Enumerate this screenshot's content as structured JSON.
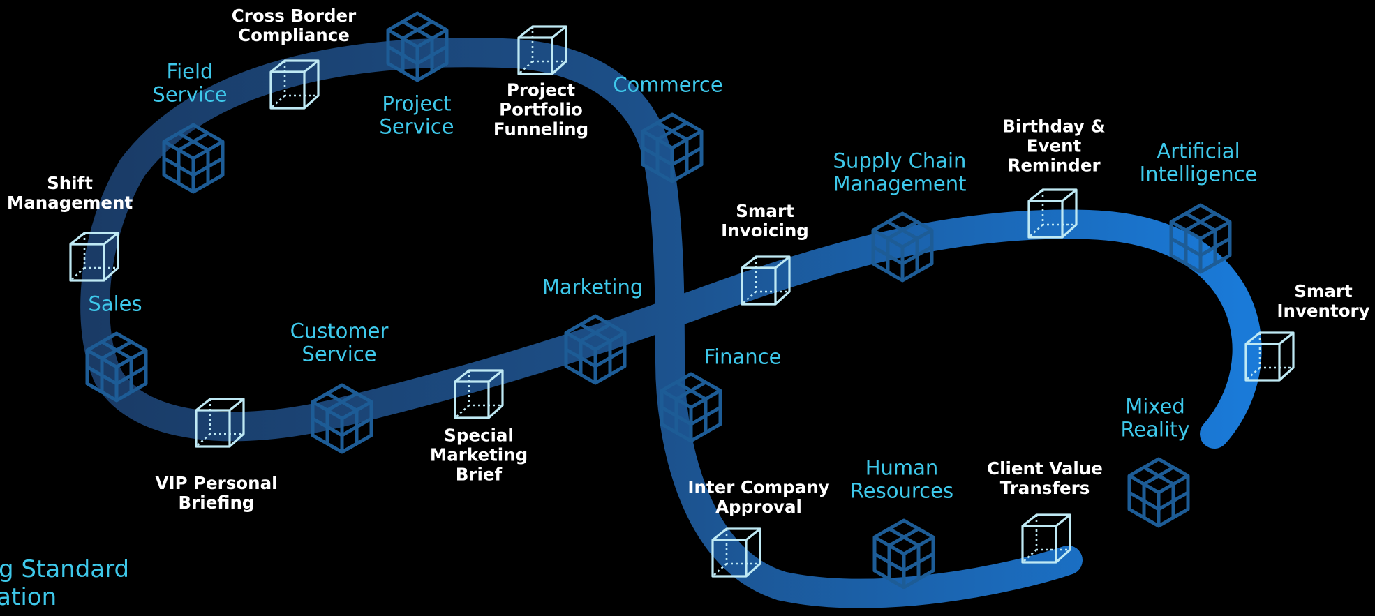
{
  "colors": {
    "background": "#000000",
    "path_dark": "#1c4e86",
    "path_light": "#1a7ad8",
    "standard_label": "#3ec8ea",
    "extension_label": "#ffffff",
    "standard_icon": "#1d5c96",
    "extension_icon": "#bfe9f4"
  },
  "standard_apps": [
    {
      "name": "Sales",
      "icon": "hex-cube-cluster-icon"
    },
    {
      "name": "Field\nService",
      "icon": "hex-cube-cluster-icon"
    },
    {
      "name": "Project\nService",
      "icon": "hex-cube-cluster-icon"
    },
    {
      "name": "Commerce",
      "icon": "hex-cube-cluster-icon"
    },
    {
      "name": "Customer\nService",
      "icon": "hex-cube-cluster-icon"
    },
    {
      "name": "Marketing",
      "icon": "hex-cube-cluster-icon"
    },
    {
      "name": "Finance",
      "icon": "hex-cube-cluster-icon"
    },
    {
      "name": "Supply Chain\nManagement",
      "icon": "hex-cube-cluster-icon"
    },
    {
      "name": "Artificial\nIntelligence",
      "icon": "hex-cube-cluster-icon"
    },
    {
      "name": "Human\nResources",
      "icon": "hex-cube-cluster-icon"
    },
    {
      "name": "Mixed\nReality",
      "icon": "hex-cube-cluster-icon"
    }
  ],
  "extensions": [
    {
      "name": "Shift\nManagement",
      "icon": "wireframe-cube-icon"
    },
    {
      "name": "Cross Border\nCompliance",
      "icon": "wireframe-cube-icon"
    },
    {
      "name": "Project\nPortfolio\nFunneling",
      "icon": "wireframe-cube-icon"
    },
    {
      "name": "VIP Personal\nBriefing",
      "icon": "wireframe-cube-icon"
    },
    {
      "name": "Special\nMarketing\nBrief",
      "icon": "wireframe-cube-icon"
    },
    {
      "name": "Smart\nInvoicing",
      "icon": "wireframe-cube-icon"
    },
    {
      "name": "Birthday &\nEvent\nReminder",
      "icon": "wireframe-cube-icon"
    },
    {
      "name": "Smart\nInventory",
      "icon": "wireframe-cube-icon"
    },
    {
      "name": "Inter Company\nApproval",
      "icon": "wireframe-cube-icon"
    },
    {
      "name": "Client Value\nTransfers",
      "icon": "wireframe-cube-icon"
    }
  ],
  "legend": {
    "text": "sting Standard\nplication"
  }
}
